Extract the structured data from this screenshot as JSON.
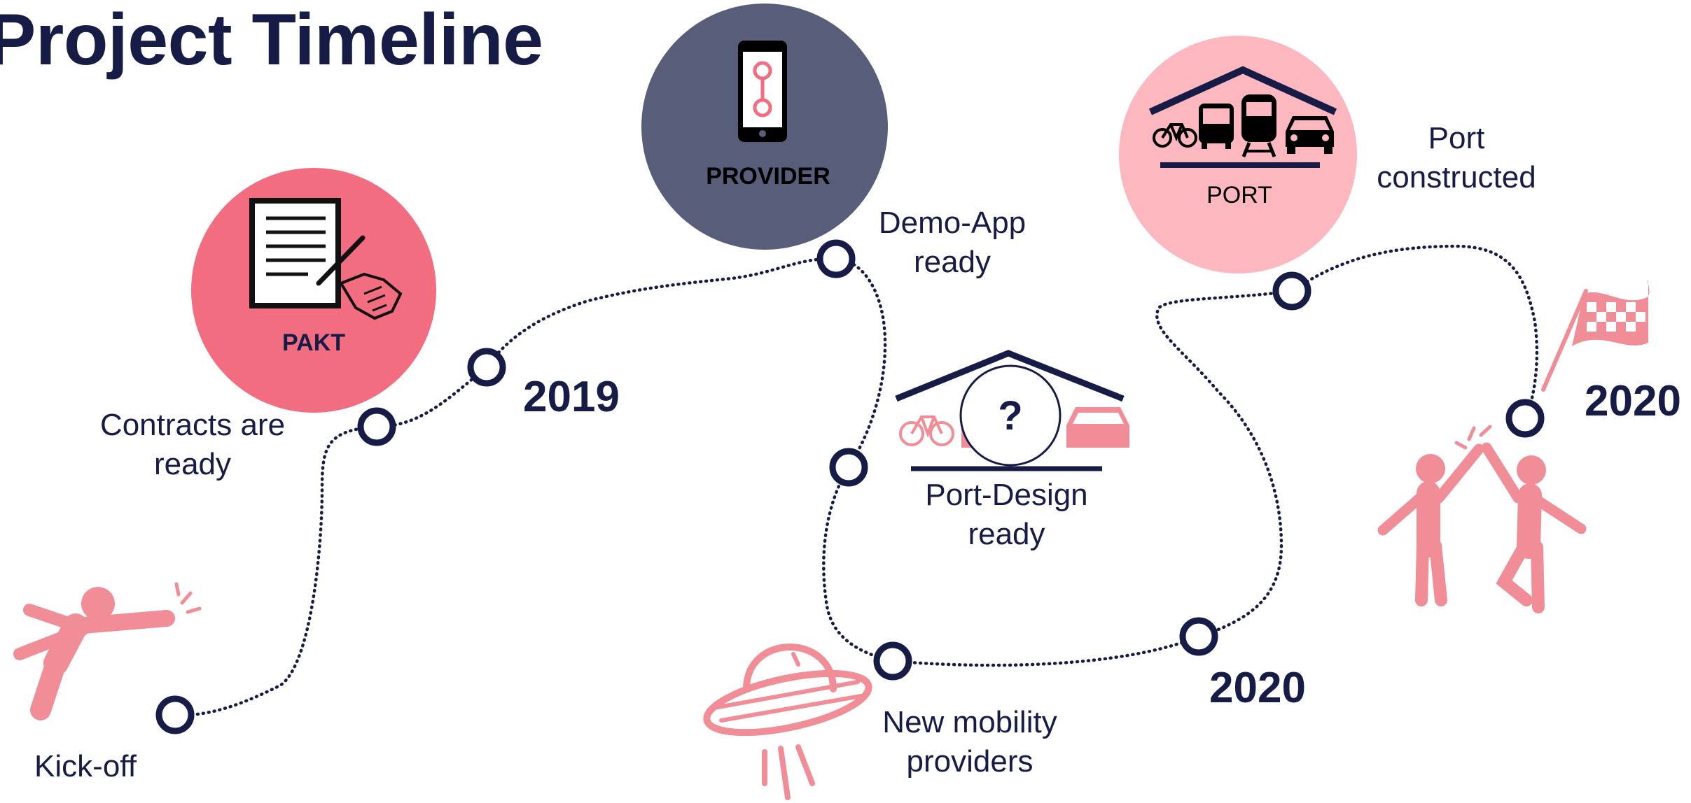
{
  "title": "Project Timeline",
  "colors": {
    "navy": "#161c45",
    "coral": "#f26d80",
    "light_pink": "#fcb7bf",
    "slate": "#585e79",
    "figure_pink": "#f08d96"
  },
  "badges": {
    "pakt": {
      "label": "PAKT",
      "icon": "contract-handshake-icon"
    },
    "provider": {
      "label": "PROVIDER",
      "icon": "smartphone-route-icon"
    },
    "port": {
      "label": "PORT",
      "icon": "mobility-hub-icon"
    },
    "port_design": {
      "label": "?",
      "icon": "mobility-hub-question-icon"
    }
  },
  "years": {
    "first": "2019",
    "second": "2020",
    "third": "2020"
  },
  "milestones": [
    {
      "label_lines": [
        "Kick-off"
      ]
    },
    {
      "label_lines": [
        "Contracts are",
        "ready"
      ]
    },
    {
      "label_lines": [
        "Demo-App",
        "ready"
      ]
    },
    {
      "label_lines": [
        "Port-Design",
        "ready"
      ]
    },
    {
      "label_lines": [
        "New mobility",
        "providers"
      ]
    },
    {
      "label_lines": [
        "Port",
        "constructed"
      ]
    }
  ],
  "illustrations": [
    "kicking-person-icon",
    "ufo-icon",
    "high-five-icon",
    "checkered-flag-icon"
  ]
}
